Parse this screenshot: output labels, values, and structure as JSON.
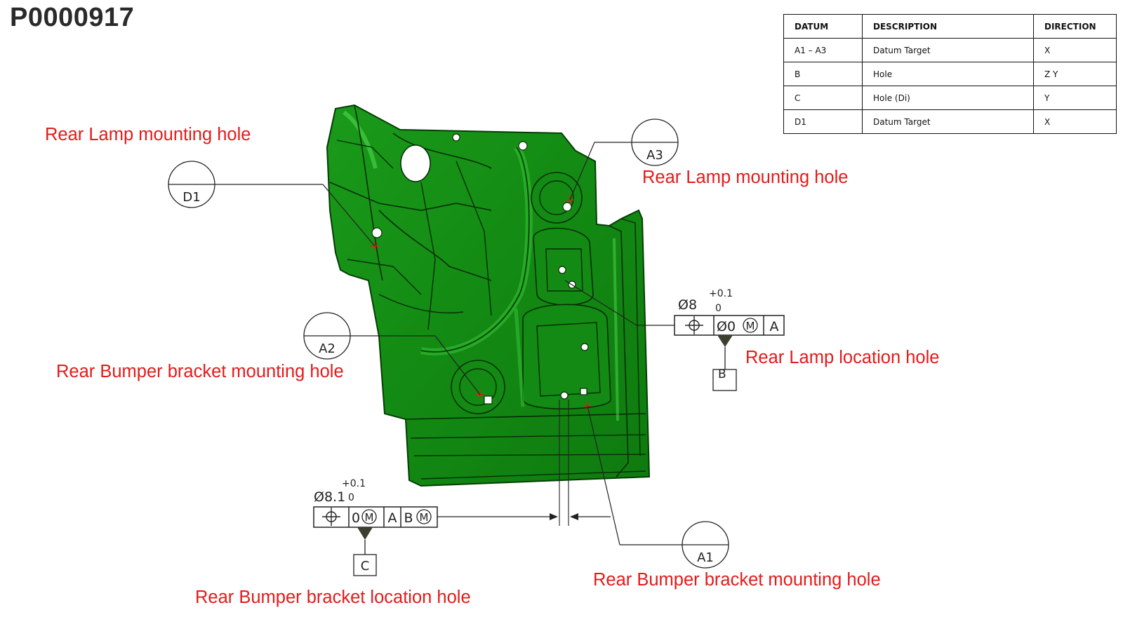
{
  "part_id": "P0000917",
  "table": {
    "headers": [
      "DATUM",
      "DESCRIPTION",
      "DIRECTION"
    ],
    "rows": [
      [
        "A1 – A3",
        "Datum Target",
        "X"
      ],
      [
        "B",
        "Hole",
        "Z Y"
      ],
      [
        "C",
        "Hole (Di)",
        "Y"
      ],
      [
        "D1",
        "Datum Target",
        "X"
      ]
    ]
  },
  "labels": {
    "d1": "Rear Lamp mounting hole",
    "a3": "Rear Lamp mounting hole",
    "a2": "Rear Bumper bracket mounting hole",
    "b_hole": "Rear Lamp location hole",
    "c_hole": "Rear Bumper bracket location hole",
    "a1": "Rear Bumper bracket mounting hole"
  },
  "datum_targets": {
    "d1": "D1",
    "a3": "A3",
    "a2": "A2",
    "a1": "A1"
  },
  "fcf_b": {
    "diameter": "Ø8",
    "tol_plus": "+0.1",
    "tol_minus": "0",
    "tolerance": "Ø0",
    "modifier": "M",
    "datum_ref": "A",
    "datum_letter": "B"
  },
  "fcf_c": {
    "diameter": "Ø8.1",
    "tol_plus": "+0.1",
    "tol_minus": "0",
    "tolerance": "0",
    "modifier": "M",
    "datum_ref_1": "A",
    "datum_ref_2": "B",
    "datum_ref_2_modifier": "M",
    "datum_letter": "C"
  },
  "colors": {
    "part": "#138a13",
    "part_dark": "#0a5c0a",
    "part_light": "#33c433",
    "annotation_red": "#e51a1a",
    "datum_triangle": "#3d3d30"
  },
  "icons": [
    "position-tolerance-icon",
    "datum-target-symbol"
  ]
}
